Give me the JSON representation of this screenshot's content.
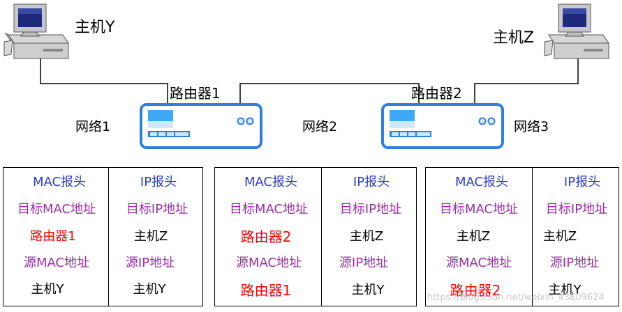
{
  "hosts": {
    "y": {
      "label": "主机Y"
    },
    "z": {
      "label": "主机Z"
    }
  },
  "routers": {
    "r1": {
      "label": "路由器1"
    },
    "r2": {
      "label": "路由器2"
    }
  },
  "networks": [
    "网络1",
    "网络2",
    "网络3"
  ],
  "panels": [
    {
      "mac_header": "MAC报头",
      "ip_header": "IP报头",
      "dst_mac_label": "目标MAC地址",
      "dst_ip_label": "目标IP地址",
      "dst_mac": "路由器1",
      "dst_ip": "主机Z",
      "src_mac_label": "源MAC地址",
      "src_ip_label": "源IP地址",
      "src_mac": "主机Y",
      "src_ip": "主机Y"
    },
    {
      "mac_header": "MAC报头",
      "ip_header": "IP报头",
      "dst_mac_label": "目标MAC地址",
      "dst_ip_label": "目标IP地址",
      "dst_mac": "路由器2",
      "dst_ip": "主机Z",
      "src_mac_label": "源MAC地址",
      "src_ip_label": "源IP地址",
      "src_mac": "路由器1",
      "src_ip": "主机Y"
    },
    {
      "mac_header": "MAC报头",
      "ip_header": "IP报头",
      "dst_mac_label": "目标MAC地址",
      "dst_ip_label": "目标IP地址",
      "dst_mac": "主机Z",
      "dst_ip": "主机Z",
      "src_mac_label": "源MAC地址",
      "src_ip_label": "源IP地址",
      "src_mac": "路由器2",
      "src_ip": "主机Y"
    }
  ],
  "watermark": "https://blog.csdn.net/weixin_43809624",
  "colors": {
    "router_border": "#2f7fe0",
    "router_fill": "#ffffff",
    "header_text": "#2c3ec4",
    "label_text": "#9a2fa8",
    "highlight_text": "#ff0000",
    "value_text": "#000000"
  }
}
